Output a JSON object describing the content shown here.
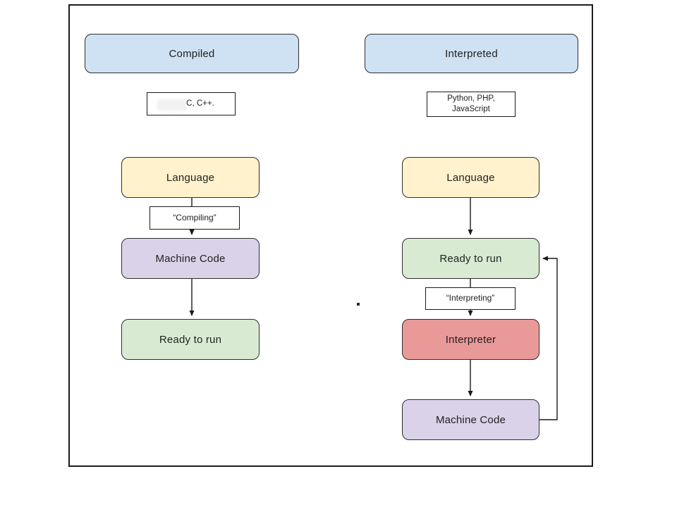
{
  "diagram": {
    "title_implicit": "Compiled vs Interpreted languages flow",
    "left_column": {
      "header": "Compiled",
      "examples": "C, C++.",
      "language": "Language",
      "process_label": "“Compiling”",
      "machine_code": "Machine Code",
      "ready": "Ready to run"
    },
    "right_column": {
      "header": "Interpreted",
      "examples_line1": "Python, PHP,",
      "examples_line2": "JavaScript",
      "language": "Language",
      "ready": "Ready to run",
      "process_label": "“Interpreting”",
      "interpreter": "Interpreter",
      "machine_code": "Machine Code"
    },
    "colors": {
      "header_blue": "#cfe2f3",
      "language_yellow": "#fff2cc",
      "ready_green": "#d9ead3",
      "machine_purple": "#d9d2e9",
      "interpreter_red": "#ea9999",
      "box_border": "#2e2e2e",
      "line_black": "#1a1a1a"
    }
  }
}
